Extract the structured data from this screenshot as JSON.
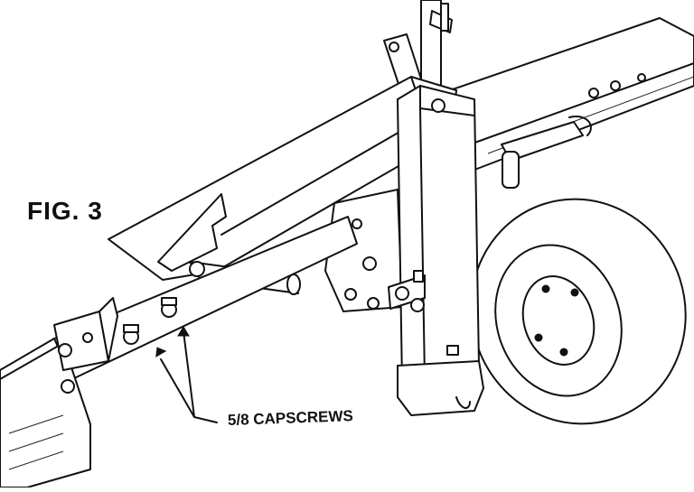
{
  "figure": {
    "label": "FIG. 3",
    "callout": "5/8 CAPSCREWS"
  },
  "parts": {
    "frame": "main-frame-beam",
    "arm": "diagonal-arm",
    "post": "vertical-post",
    "wheel": "wheel-and-tire",
    "capscrews": "capscrew-pair"
  },
  "colors": {
    "ink": "#111111",
    "paper": "#ffffff"
  }
}
